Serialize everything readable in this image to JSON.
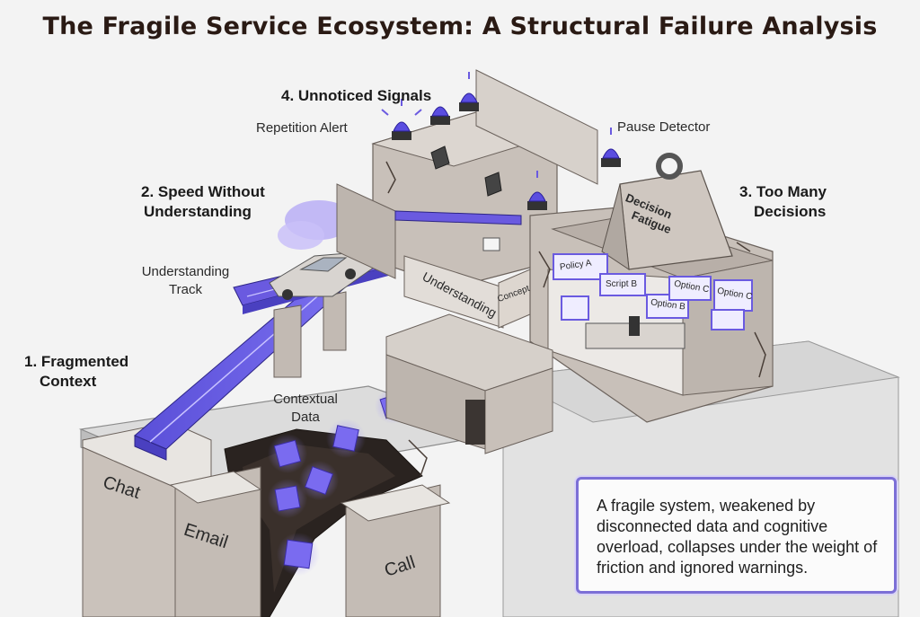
{
  "title": "The Fragile Service Ecosystem: A Structural Failure Analysis",
  "labels": {
    "fragmented_line1": "1. Fragmented",
    "fragmented_line2": "Context",
    "speed_line1": "2. Speed Without",
    "speed_line2": "Understanding",
    "decisions_line1": "3. Too Many",
    "decisions_line2": "Decisions",
    "signals": "4. Unnoticed Signals",
    "repetition_alert": "Repetition Alert",
    "pause_detector": "Pause Detector",
    "understanding_track_line1": "Understanding",
    "understanding_track_line2": "Track",
    "contextual_data_line1": "Contextual",
    "contextual_data_line2": "Data"
  },
  "pillars": {
    "chat": "Chat",
    "email": "Email",
    "call": "Call"
  },
  "wall_texts": {
    "understanding": "Understanding",
    "concept": "Concept"
  },
  "weight": {
    "line1": "Decision",
    "line2": "Fatigue"
  },
  "screens": [
    "Policy A",
    "Script B",
    "Option B",
    "Option C",
    "Option C"
  ],
  "caption": "A fragile system, weakened by disconnected data and cognitive overload, collapses under the weight of friction and ignored warnings.",
  "colors": {
    "accent": "#6a5ae0",
    "concrete": "#c9c2bc",
    "concrete_dark": "#a89f98",
    "floor": "#e4e4e4"
  }
}
